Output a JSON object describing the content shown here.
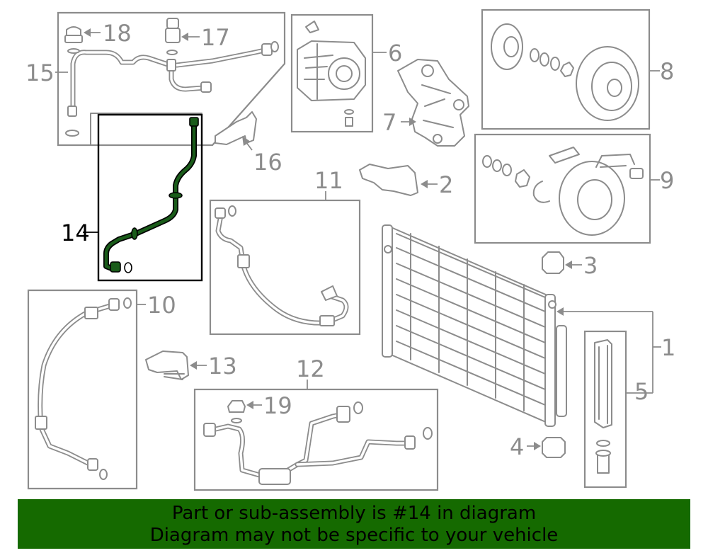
{
  "callouts": {
    "c1": "1",
    "c2": "2",
    "c3": "3",
    "c4": "4",
    "c5": "5",
    "c6": "6",
    "c7": "7",
    "c8": "8",
    "c9": "9",
    "c10": "10",
    "c11": "11",
    "c12": "12",
    "c13": "13",
    "c14": "14",
    "c15": "15",
    "c16": "16",
    "c17": "17",
    "c18": "18",
    "c19": "19"
  },
  "highlight": {
    "part": "14",
    "color": "#1a5c1a"
  },
  "colors": {
    "banner_bg": "#156a00",
    "line": "#8c8c8c"
  },
  "banner": {
    "line1": "Part or sub-assembly is #14 in diagram",
    "line2": "Diagram may not be specific to your vehicle"
  }
}
